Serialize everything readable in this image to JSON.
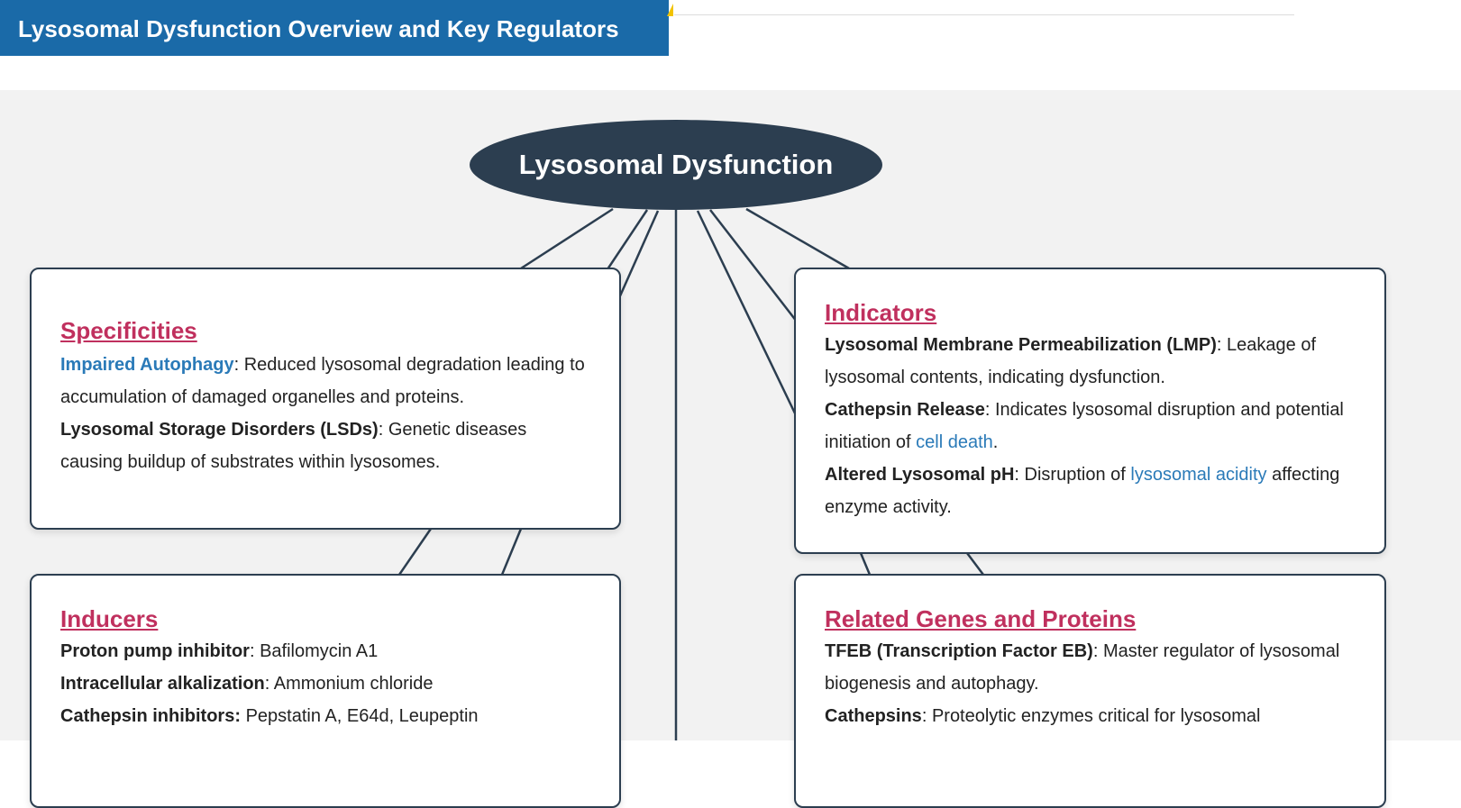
{
  "header": {
    "title": "Lysosomal Dysfunction Overview and Key Regulators"
  },
  "central": {
    "label": "Lysosomal Dysfunction"
  },
  "colors": {
    "header_bg": "#1a6aa8",
    "central_bg": "#2c3e50",
    "heading": "#c0305e",
    "link": "#2a7ab8",
    "canvas_bg": "#f2f2f2"
  },
  "specificities": {
    "title": "Specificities",
    "items": [
      {
        "term": "Impaired Autophagy",
        "sep": ": ",
        "desc": "Reduced lysosomal degradation leading to accumulation of damaged organelles and proteins."
      },
      {
        "term": "Lysosomal Storage Disorders (LSDs)",
        "sep": ": ",
        "desc": "Genetic diseases causing buildup of substrates within lysosomes."
      }
    ]
  },
  "indicators": {
    "title": "Indicators",
    "items": [
      {
        "term": "Lysosomal Membrane Permeabilization (LMP)",
        "sep": ": ",
        "desc": "Leakage of lysosomal contents, indicating dysfunction."
      },
      {
        "term": "Cathepsin Release",
        "sep": ": ",
        "desc_a": "Indicates lysosomal disruption and potential initiation of ",
        "link": "cell death",
        "desc_b": "."
      },
      {
        "term": "Altered Lysosomal pH",
        "sep": ": ",
        "desc_a": "Disruption of ",
        "link": "lysosomal acidity",
        "desc_b": " affecting enzyme activity."
      }
    ]
  },
  "inducers": {
    "title": "Inducers",
    "items": [
      {
        "term": "Proton pump inhibitor",
        "sep": ": ",
        "desc": "Bafilomycin A1"
      },
      {
        "term": "Intracellular alkalization",
        "sep": ": ",
        "desc": "Ammonium chloride"
      },
      {
        "term": "Cathepsin inhibitors:",
        "sep": " ",
        "desc": "Pepstatin A, E64d, Leupeptin"
      }
    ]
  },
  "genes": {
    "title": "Related Genes and Proteins",
    "items": [
      {
        "term": "TFEB (Transcription Factor EB)",
        "sep": ": ",
        "desc": "Master regulator of lysosomal biogenesis and autophagy."
      },
      {
        "term": "Cathepsins",
        "sep": ": ",
        "desc": "Proteolytic enzymes critical for lysosomal"
      }
    ]
  }
}
